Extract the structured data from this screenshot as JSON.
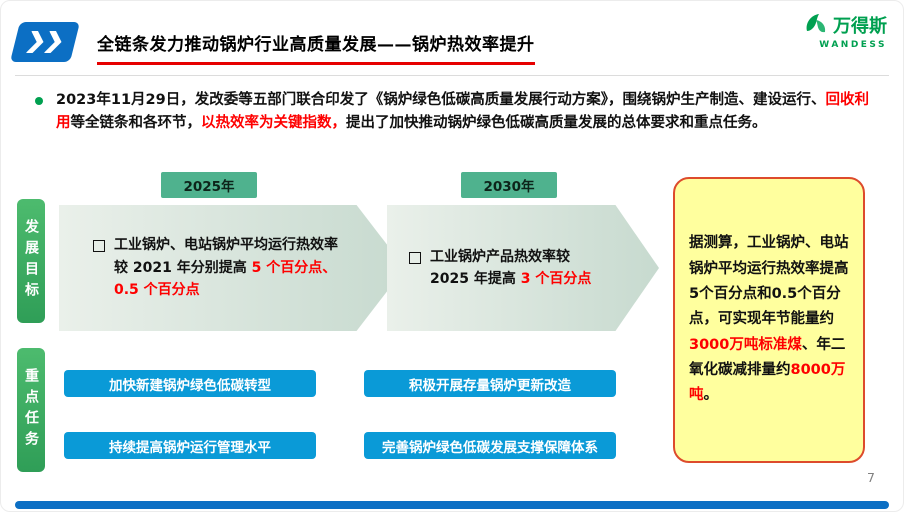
{
  "colors": {
    "accent_blue": "#0c6fc4",
    "button_blue": "#0a9ad7",
    "brand_green": "#00a050",
    "badge_green": "#4fb28e",
    "side_label_green": "#3faf60",
    "highlight_red": "#fe0000",
    "callout_fill": "#ffff9e",
    "callout_border": "#dd4b2c",
    "title_underline_red": "#e60000"
  },
  "header": {
    "title": "全链条发力推动锅炉行业高质量发展——锅炉热效率提升",
    "logo": {
      "name": "万得斯",
      "latin": "WANDESS"
    }
  },
  "intro": {
    "segments": [
      {
        "text": "2023年11月29日，发改委等五部门联合印发了《锅炉绿色低碳高质量发展行动方案》，围绕锅炉生产制造、建设运行、",
        "color": "black"
      },
      {
        "text": "回收利用",
        "color": "red"
      },
      {
        "text": "等全链条和各环节，",
        "color": "black"
      },
      {
        "text": "以热效率为关键指数，",
        "color": "red"
      },
      {
        "text": "提出了加快推动锅炉绿色低碳高质量发展的总体要求和重点任务。",
        "color": "black"
      }
    ]
  },
  "timeline": {
    "milestones": [
      {
        "year": "2025年",
        "segments": [
          {
            "text": "工业锅炉、电站锅炉平均运行热效率较 2021 年分别提高 ",
            "color": "black"
          },
          {
            "text": "5 个百分点、0.5 个百分点",
            "color": "red"
          }
        ]
      },
      {
        "year": "2030年",
        "segments": [
          {
            "text": "工业锅炉产品热效率较 2025 年提高 ",
            "color": "black"
          },
          {
            "text": "3 个百分点",
            "color": "red"
          }
        ]
      }
    ]
  },
  "side_labels": [
    {
      "text": "发展目标"
    },
    {
      "text": "重点任务"
    }
  ],
  "callout": {
    "segments": [
      {
        "text": "据测算，工业锅炉、电站锅炉平均运行热效率提高5个百分点和0.5个百分点，可实现年节能量约",
        "color": "black"
      },
      {
        "text": "3000万吨标准煤",
        "color": "red"
      },
      {
        "text": "、年二氧化碳减排量约",
        "color": "black"
      },
      {
        "text": "8000万吨",
        "color": "red"
      },
      {
        "text": "。",
        "color": "black"
      }
    ]
  },
  "tasks": [
    "加快新建锅炉绿色低碳转型",
    "积极开展存量锅炉更新改造",
    "持续提高锅炉运行管理水平",
    "完善锅炉绿色低碳发展支撑保障体系"
  ],
  "page_number": "7"
}
